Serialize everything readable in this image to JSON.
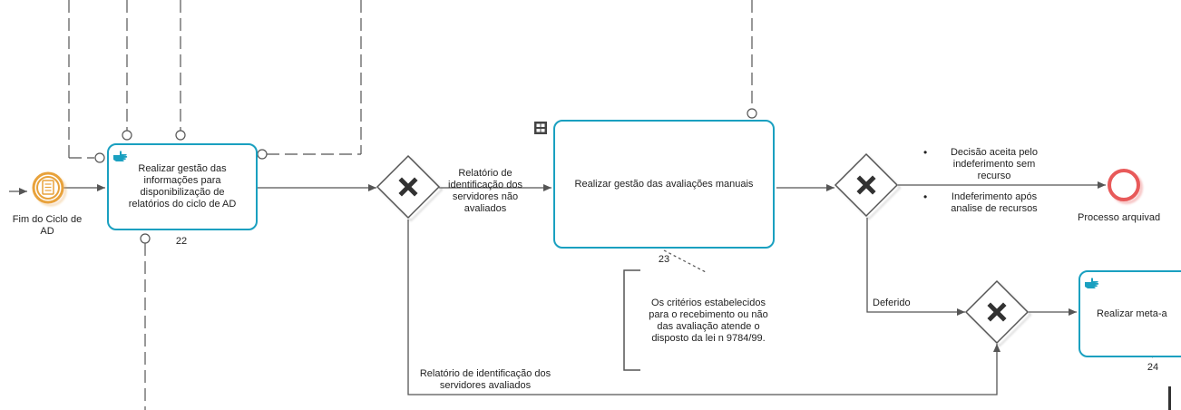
{
  "start_event": {
    "label": "Fim do Ciclo de\nAD"
  },
  "task1": {
    "label": "Realizar gestão das\ninformações para\ndisponibilização de\nrelatórios do ciclo de AD",
    "number": "22"
  },
  "task2": {
    "label": "Realizar gestão das avaliações manuais",
    "number": "23"
  },
  "task3": {
    "label": "Realizar meta-a",
    "number": "24"
  },
  "flow1_label": "Relatório de\nidentificação dos\nservidores não\navaliados",
  "flow2_label": "Relatório de identificação dos\nservidores avaliados",
  "deferido_label": "Deferido",
  "gateway2_conditions": [
    "Decisão aceita pelo\nindeferimento sem\nrecurso",
    "Indeferimento após\nanalise de recursos"
  ],
  "end_event": {
    "label": "Processo arquivad"
  },
  "annotation": "Os critérios estabelecidos\npara o recebimento ou não\ndas avaliação atende o\ndisposto da lei n 9784/99.",
  "colors": {
    "task_border": "#1aa0c0",
    "start_event": "#e8a23a",
    "end_event": "#e85a5a",
    "line": "#555555"
  }
}
